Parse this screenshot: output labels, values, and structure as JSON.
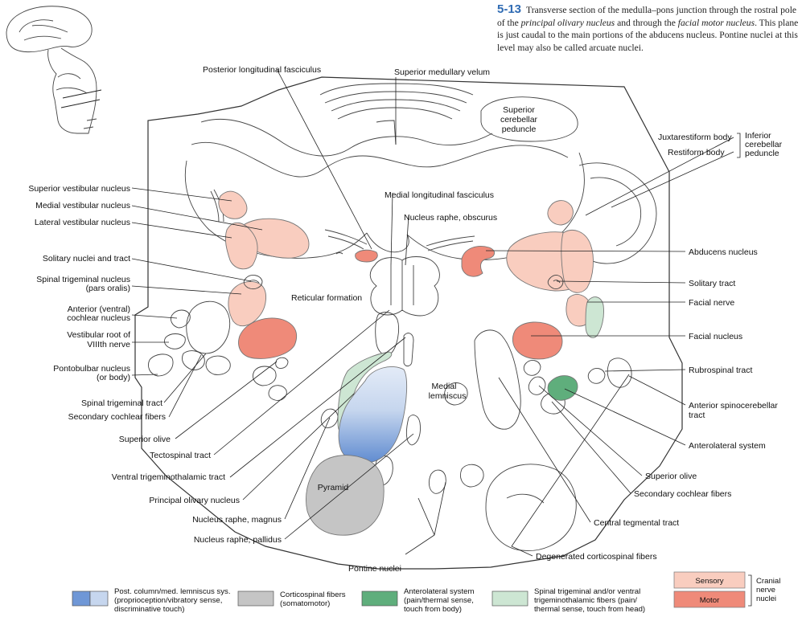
{
  "caption": {
    "figure_number": "5-13",
    "text_parts": [
      {
        "t": "Transverse section of the medulla–pons junction through the rostral pole of the ",
        "i": false
      },
      {
        "t": "principal olivary nucleus",
        "i": true
      },
      {
        "t": " and through the ",
        "i": false
      },
      {
        "t": "facial motor nucleus",
        "i": true
      },
      {
        "t": ". This plane is just caudal to the main portions of the abducens nucleus. Pontine nuclei at this level may also be called arcuate nuclei.",
        "i": false
      }
    ]
  },
  "labels": {
    "top": {
      "plf": "Posterior longitudinal fasciculus",
      "smv": "Superior medullary velum"
    },
    "inner": {
      "scp": [
        "Superior",
        "cerebellar",
        "peduncle"
      ],
      "mlf": "Medial longitudinal fasciculus",
      "nro": "Nucleus raphe, obscurus",
      "rf": "Reticular formation",
      "ml": [
        "Medial",
        "lemniscus"
      ],
      "pyramid": "Pyramid"
    },
    "left": {
      "svn": "Superior vestibular nucleus",
      "mvn": "Medial vestibular nucleus",
      "lvn": "Lateral vestibular nucleus",
      "snt": "Solitary nuclei and tract",
      "stn": [
        "Spinal trigeminal nucleus",
        "(pars oralis)"
      ],
      "acn": [
        "Anterior (ventral)",
        "cochlear nucleus"
      ],
      "vr": [
        "Vestibular root of",
        "VIIIth nerve"
      ],
      "pbn": [
        "Pontobulbar nucleus",
        "(or body)"
      ]
    },
    "bottom_left": {
      "stt": "Spinal trigeminal tract",
      "scf": "Secondary cochlear fibers",
      "so": "Superior olive",
      "tst": "Tectospinal tract",
      "vtt": "Ventral trigeminothalamic tract",
      "pon": "Principal olivary nucleus",
      "nrm": "Nucleus raphe, magnus",
      "nrp": "Nucleus raphe, pallidus"
    },
    "bottom": {
      "pn": "Pontine nuclei"
    },
    "right": {
      "jrb": "Juxtarestiform body",
      "rb": "Restiform body",
      "icp": [
        "Inferior",
        "cerebellar",
        "peduncle"
      ],
      "abn": "Abducens nucleus",
      "st": "Solitary tract",
      "fn": "Facial nerve",
      "fnuc": "Facial nucleus",
      "rst": "Rubrospinal tract",
      "asct": [
        "Anterior spinocerebellar",
        "tract"
      ],
      "als": "Anterolateral system",
      "so": "Superior olive",
      "scf": "Secondary cochlear fibers",
      "ctt": "Central tegmental tract",
      "dcf": "Degenerated corticospinal fibers"
    }
  },
  "legend": {
    "items": [
      {
        "label": [
          "Post. column/med. lemniscus sys.",
          "(proprioception/vibratory sense,",
          "discriminative touch)"
        ],
        "colors": [
          "#6f97d6",
          "#c6d6ee"
        ]
      },
      {
        "label": [
          "Corticospinal fibers",
          "(somatomotor)"
        ],
        "colors": [
          "#c5c5c5"
        ]
      },
      {
        "label": [
          "Anterolateral system",
          "(pain/thermal sense,",
          "touch from body)"
        ],
        "colors": [
          "#5fae7c"
        ]
      },
      {
        "label": [
          "Spinal trigeminal and/or ventral",
          "trigeminothalamic fibers (pain/",
          "thermal sense, touch from head)"
        ],
        "colors": [
          "#cde6d3"
        ]
      }
    ],
    "sensory": "Sensory",
    "motor": "Motor",
    "cranial": [
      "Cranial",
      "nerve",
      "nuclei"
    ]
  },
  "colors": {
    "sensory": "#f9cdbf",
    "motor": "#ef8a79",
    "lemniscus_dark": "#6f97d6",
    "lemniscus_light": "#d3e0f3",
    "corticospinal": "#c5c5c5",
    "anterolateral": "#5fae7c",
    "trigeminal": "#cde6d3"
  },
  "icons": {
    "orientation": "brainstem-orientation-icon"
  }
}
